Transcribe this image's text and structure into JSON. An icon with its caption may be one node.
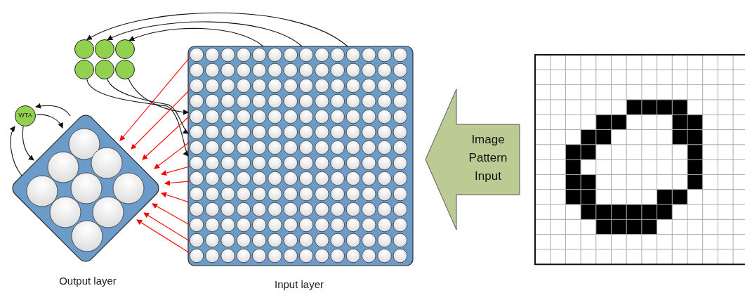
{
  "diagram": {
    "nodes": [
      {
        "text": [
          "WTA"
        ]
      },
      {
        "text": [
          "Output layer"
        ]
      },
      {
        "text": [
          "Input layer"
        ]
      },
      {
        "text": [],
        "shape": "picture"
      },
      {
        "text": [],
        "shape": "circle"
      },
      {
        "text": [],
        "shape": "circle"
      },
      {
        "text": [],
        "shape": "circle"
      },
      {
        "text": [],
        "shape": "circle"
      },
      {
        "text": [],
        "shape": "circle"
      },
      {
        "text": [],
        "shape": "circle"
      }
    ],
    "edges": [
      {
        "from": 2,
        "to": 4,
        "arrow": "to"
      },
      {
        "from": 2,
        "to": 5,
        "arrow": "to"
      },
      {
        "from": 2,
        "to": 6,
        "arrow": "to"
      },
      {
        "from": 7,
        "to": 2,
        "arrow": "to"
      },
      {
        "from": 8,
        "to": 2,
        "arrow": "to"
      },
      {
        "from": 9,
        "to": 2,
        "arrow": "to"
      },
      {
        "from": 2,
        "to": 1,
        "arrow": "to",
        "color": "#ff0000"
      },
      {
        "from": 2,
        "to": 1,
        "arrow": "to",
        "color": "#ff0000"
      },
      {
        "from": 2,
        "to": 1,
        "arrow": "to",
        "color": "#ff0000"
      },
      {
        "from": 2,
        "to": 1,
        "arrow": "to",
        "color": "#ff0000"
      },
      {
        "from": 2,
        "to": 1,
        "arrow": "to",
        "color": "#ff0000"
      },
      {
        "from": 2,
        "to": 1,
        "arrow": "to",
        "color": "#ff0000"
      },
      {
        "from": 2,
        "to": 1,
        "arrow": "to",
        "color": "#ff0000"
      },
      {
        "from": 2,
        "to": 1,
        "arrow": "to",
        "color": "#ff0000"
      },
      {
        "from": 2,
        "to": 1,
        "arrow": "to",
        "color": "#ff0000"
      },
      {
        "from": 2,
        "to": 1,
        "arrow": "to",
        "color": "#ff0000"
      },
      {
        "from": 0,
        "to": 1,
        "arrow": "to"
      },
      {
        "from": 1,
        "to": 0,
        "arrow": "to"
      },
      {
        "from": 0,
        "to": 1,
        "arrow": "to"
      },
      {
        "from": 1,
        "to": 0,
        "arrow": "to"
      },
      {
        "from": 3,
        "to": 2,
        "arrow": "to",
        "label": "Image Pattern Input"
      }
    ]
  }
}
